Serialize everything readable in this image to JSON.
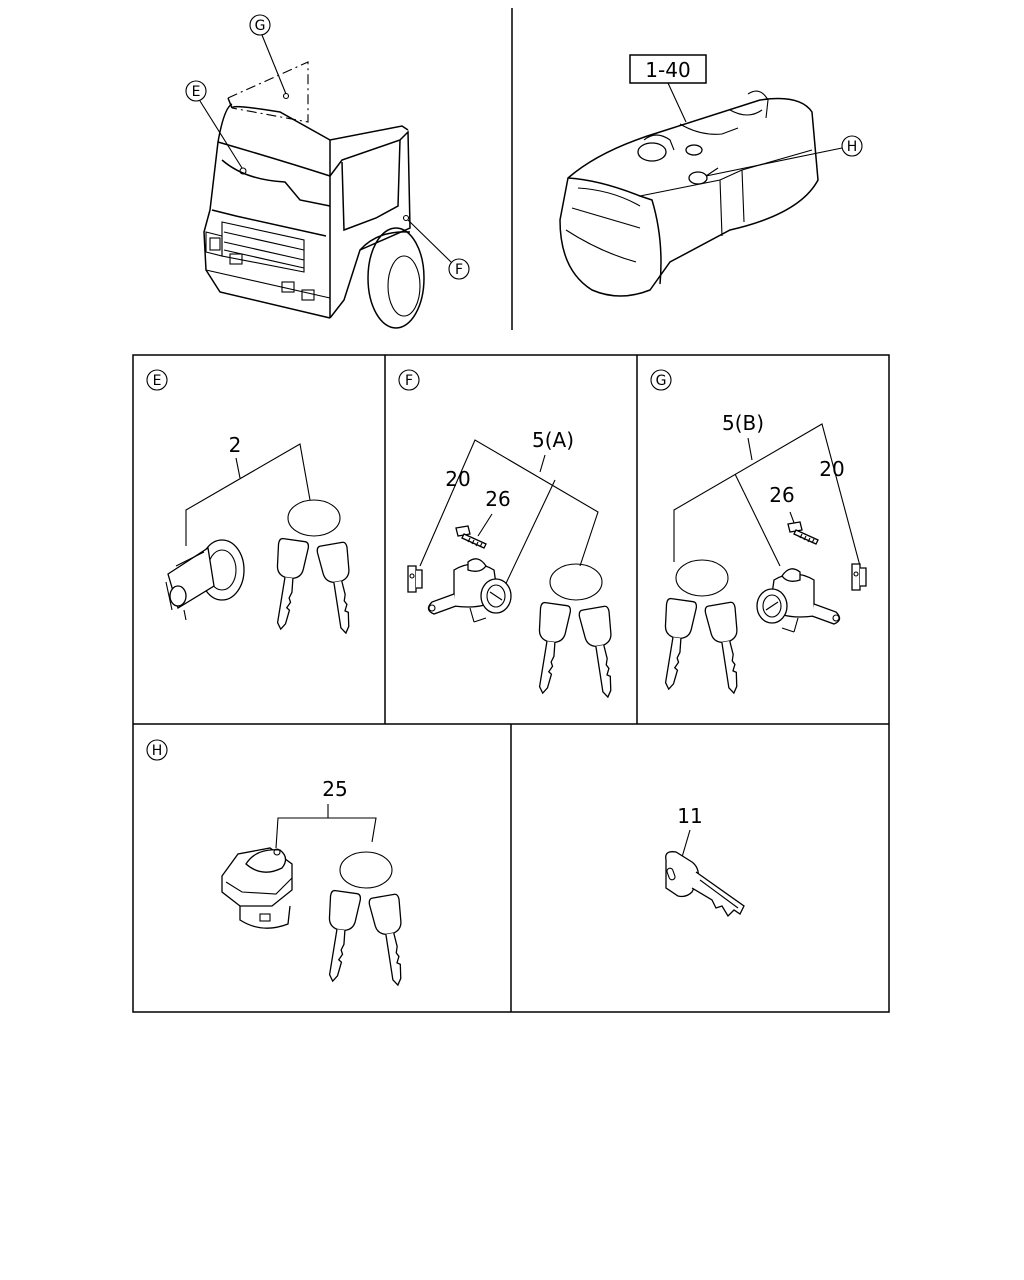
{
  "overview": {
    "cab_callouts": [
      "G",
      "E",
      "F"
    ],
    "tank_ref": "1-40",
    "tank_callout": "H"
  },
  "panels": {
    "E": {
      "letter": "E",
      "parts": [
        "2"
      ]
    },
    "F": {
      "letter": "F",
      "parts": [
        "20",
        "26",
        "5(A)"
      ]
    },
    "G": {
      "letter": "G",
      "parts": [
        "5(B)",
        "26",
        "20"
      ]
    },
    "H": {
      "letter": "H",
      "parts": [
        "25"
      ]
    },
    "key": {
      "parts": [
        "11"
      ]
    }
  },
  "icons": [
    "cab-drawing",
    "fuel-tank-drawing",
    "lock-cylinder",
    "key-set",
    "key",
    "fuel-cap",
    "screw",
    "retainer-clip"
  ]
}
